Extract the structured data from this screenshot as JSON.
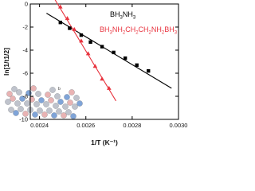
{
  "chart_data": {
    "type": "scatter",
    "xlabel": "1/T (K⁻¹)",
    "ylabel": "ln[1/t1/2]",
    "xlim": [
      0.00236,
      0.003
    ],
    "ylim": [
      -10,
      0
    ],
    "xticks": [
      0.0024,
      0.0026,
      0.0028,
      0.003
    ],
    "xtick_labels": [
      "0.0024",
      "0.0026",
      "0.0028",
      "0.0030"
    ],
    "yticks": [
      -10,
      -8,
      -6,
      -4,
      -2,
      0
    ],
    "ytick_labels": [
      "-10",
      "-8",
      "-6",
      "-4",
      "-2",
      "0"
    ],
    "grid": false,
    "legend_position": "top-right",
    "series": [
      {
        "name": "BH3NH3",
        "color": "#000000",
        "marker": "square",
        "x": [
          0.00249,
          0.00253,
          0.00258,
          0.00262,
          0.00267,
          0.00272,
          0.00277,
          0.00282,
          0.00287
        ],
        "y": [
          -1.6,
          -2.1,
          -2.7,
          -3.3,
          -3.7,
          -4.2,
          -4.7,
          -5.3,
          -5.8
        ],
        "fit_line": {
          "x": [
            0.00243,
            0.00297
          ],
          "y": [
            -0.8,
            -7.3
          ]
        }
      },
      {
        "name": "BH3NH2CH2CH2NH2BH3",
        "color": "#e8333e",
        "marker": "triangle",
        "x": [
          0.00249,
          0.00252,
          0.00255,
          0.00258,
          0.00261,
          0.00264,
          0.00267,
          0.0027
        ],
        "y": [
          -0.25,
          -1.25,
          -2.2,
          -3.2,
          -4.3,
          -5.4,
          -6.5,
          -7.3
        ],
        "fit_line": {
          "x": [
            0.00246,
            0.00273
          ],
          "y": [
            0.6,
            -8.4
          ]
        }
      }
    ],
    "inset": {
      "type": "molecular-structure-image"
    }
  }
}
